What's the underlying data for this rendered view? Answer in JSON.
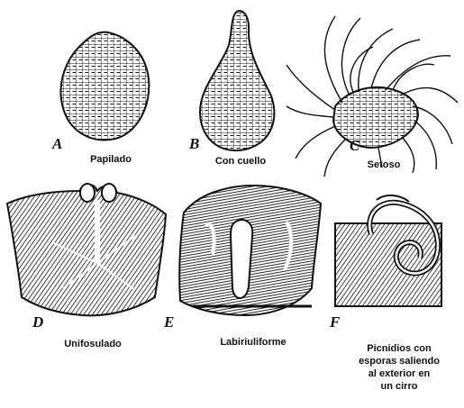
{
  "figures": [
    {
      "letter": "A",
      "caption": "Papilado"
    },
    {
      "letter": "B",
      "caption": "Con cuello"
    },
    {
      "letter": "C",
      "caption": "Setoso"
    },
    {
      "letter": "D",
      "caption": "Unifosulado"
    },
    {
      "letter": "E",
      "caption": "Labiriuliforme"
    },
    {
      "letter": "F",
      "caption_lines": [
        "Picnidios con",
        "esporas saliendo",
        "al exterior en",
        "un cirro"
      ]
    }
  ]
}
